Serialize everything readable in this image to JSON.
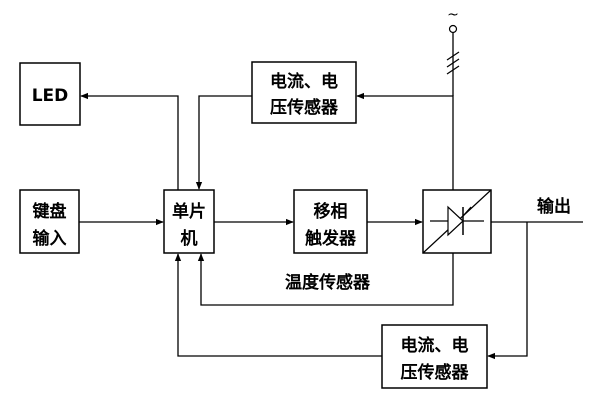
{
  "boxes": {
    "led": "LED",
    "keyboard": [
      "键盘",
      "输入"
    ],
    "mcu": [
      "单片",
      "机"
    ],
    "phase_shift": [
      "移相",
      "触发器"
    ],
    "sensor_top": [
      "电流、电",
      "压传感器"
    ],
    "sensor_bottom": [
      "电流、电",
      "压传感器"
    ]
  },
  "labels": {
    "output": "输出",
    "temperature_sensor": "温度传感器",
    "ac_source": "~"
  },
  "colors": {
    "line": "#000000",
    "background": "#ffffff"
  }
}
